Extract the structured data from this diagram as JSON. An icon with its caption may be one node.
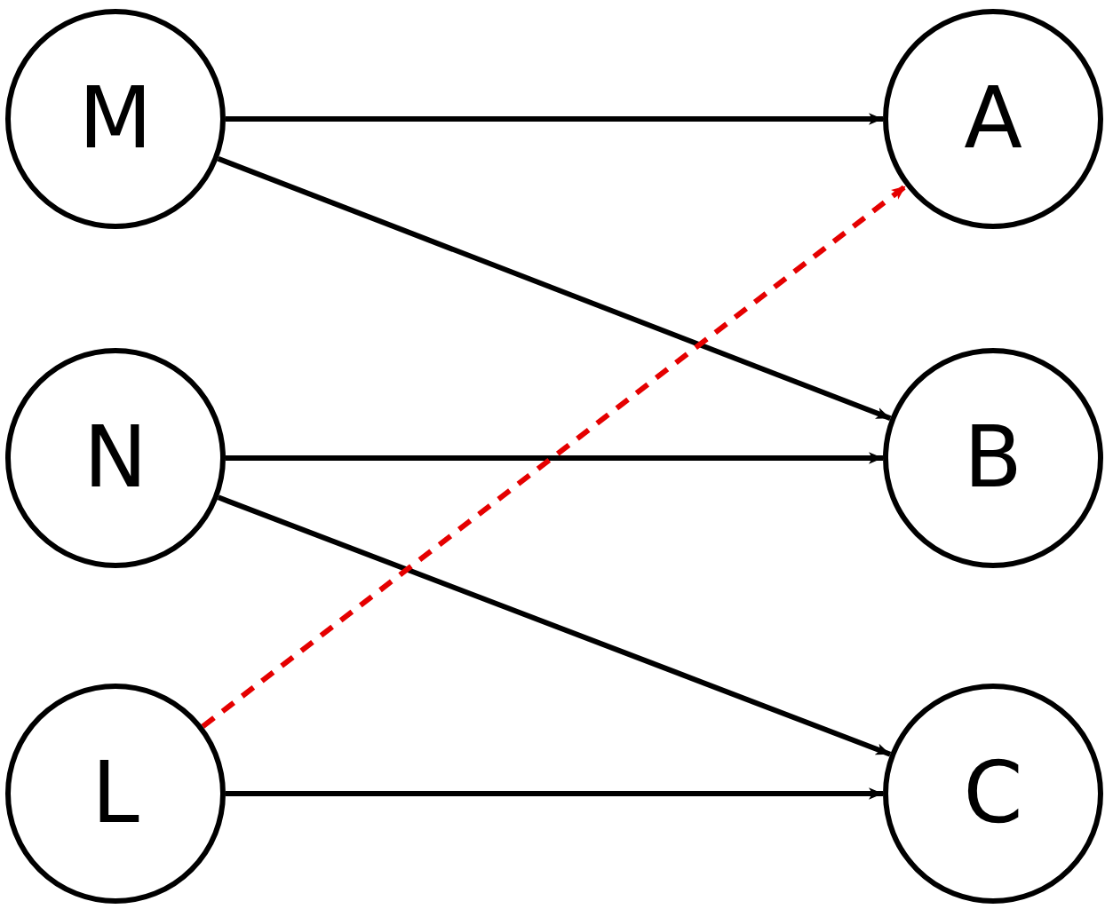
{
  "diagram": {
    "nodes": [
      {
        "text": [
          "M"
        ]
      },
      {
        "text": [
          "A"
        ]
      },
      {
        "text": [
          "N"
        ]
      },
      {
        "text": [
          "B"
        ]
      },
      {
        "text": [
          "L"
        ]
      },
      {
        "text": [
          "C"
        ]
      }
    ],
    "edges": [
      {
        "from": 0,
        "to": 1,
        "arrow": "to"
      },
      {
        "from": 0,
        "to": 3,
        "arrow": "to"
      },
      {
        "from": 2,
        "to": 3,
        "arrow": "to"
      },
      {
        "from": 2,
        "to": 5,
        "arrow": "to"
      },
      {
        "from": 4,
        "to": 5,
        "arrow": "to"
      },
      {
        "from": 4,
        "to": 1,
        "arrow": "to",
        "style": "dashed",
        "color": "#e50000"
      }
    ]
  }
}
